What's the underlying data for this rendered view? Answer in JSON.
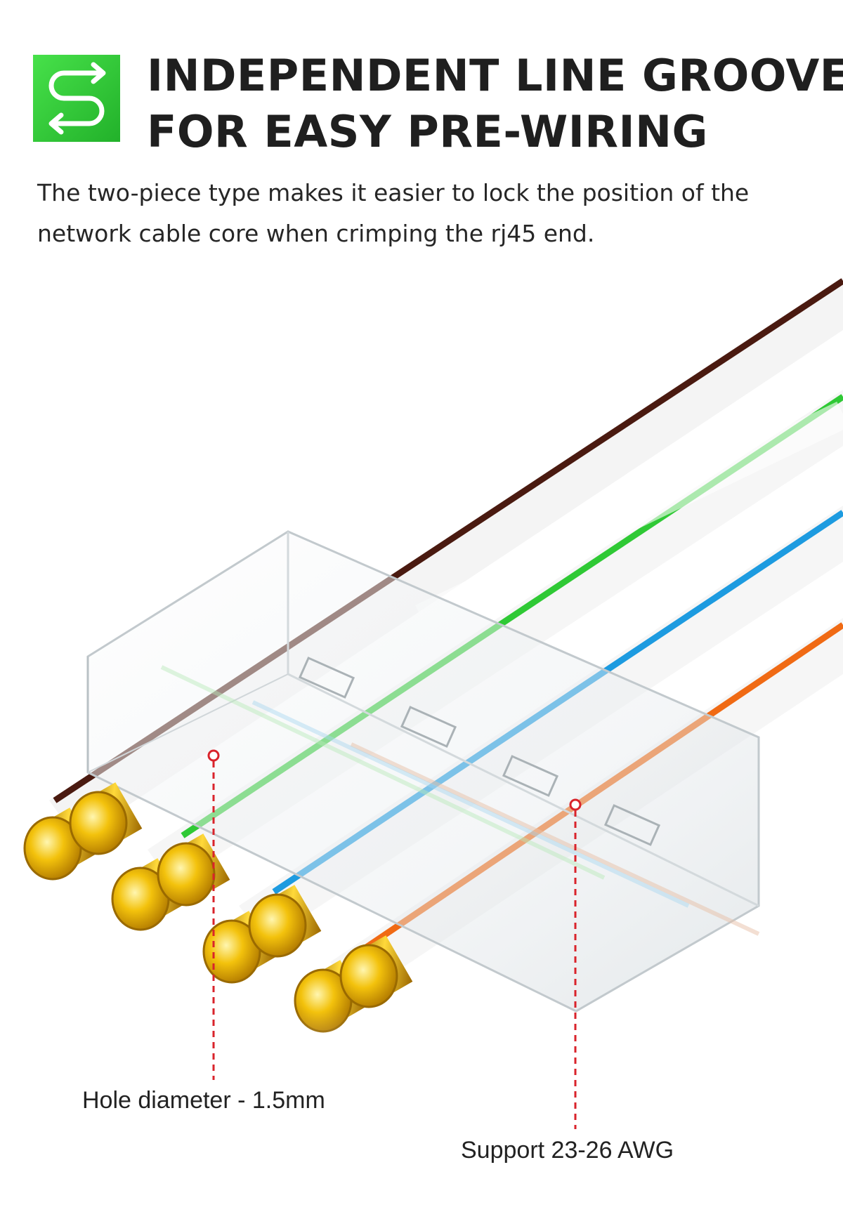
{
  "header": {
    "logo_icon": "s-curve-arrows-icon",
    "accent_color": "#2fc935",
    "title_line1": "INDEPENDENT LINE GROOVE",
    "title_line2": "FOR EASY PRE-WIRING"
  },
  "description": {
    "line1": "The two-piece type makes it easier to lock the position of the",
    "line2": "network cable core when crimping the rj45 end."
  },
  "callouts": {
    "hole_diameter": "Hole diameter - 1.5mm",
    "wire_gauge": "Support 23-26 AWG",
    "marker_color": "#d9232b"
  },
  "wires": [
    {
      "name": "brown",
      "stripe_color": "#4a1a10"
    },
    {
      "name": "green",
      "stripe_color": "#2fc935"
    },
    {
      "name": "blue",
      "stripe_color": "#1d9be0"
    },
    {
      "name": "orange",
      "stripe_color": "#f06a14"
    }
  ]
}
